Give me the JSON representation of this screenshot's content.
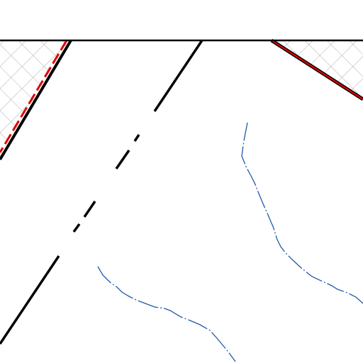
{
  "map": {
    "colors": {
      "background": "#ffffff",
      "boundary": "#000000",
      "restricted_outline": "#e00000",
      "hatch": "#bdbdbd",
      "water": "#1f5aa6"
    },
    "features": [
      {
        "name": "top-boundary-line",
        "kind": "boundary",
        "style": "solid"
      },
      {
        "name": "restricted-area-left",
        "kind": "hatched-area",
        "outline": "red-dashed"
      },
      {
        "name": "restricted-area-right",
        "kind": "hatched-area",
        "outline": "red-solid"
      },
      {
        "name": "track-line",
        "kind": "black-line",
        "style": "dash-dot"
      },
      {
        "name": "stream-north",
        "kind": "water-line",
        "style": "dash-dot"
      },
      {
        "name": "stream-south",
        "kind": "water-line",
        "style": "dash-dot"
      }
    ]
  }
}
